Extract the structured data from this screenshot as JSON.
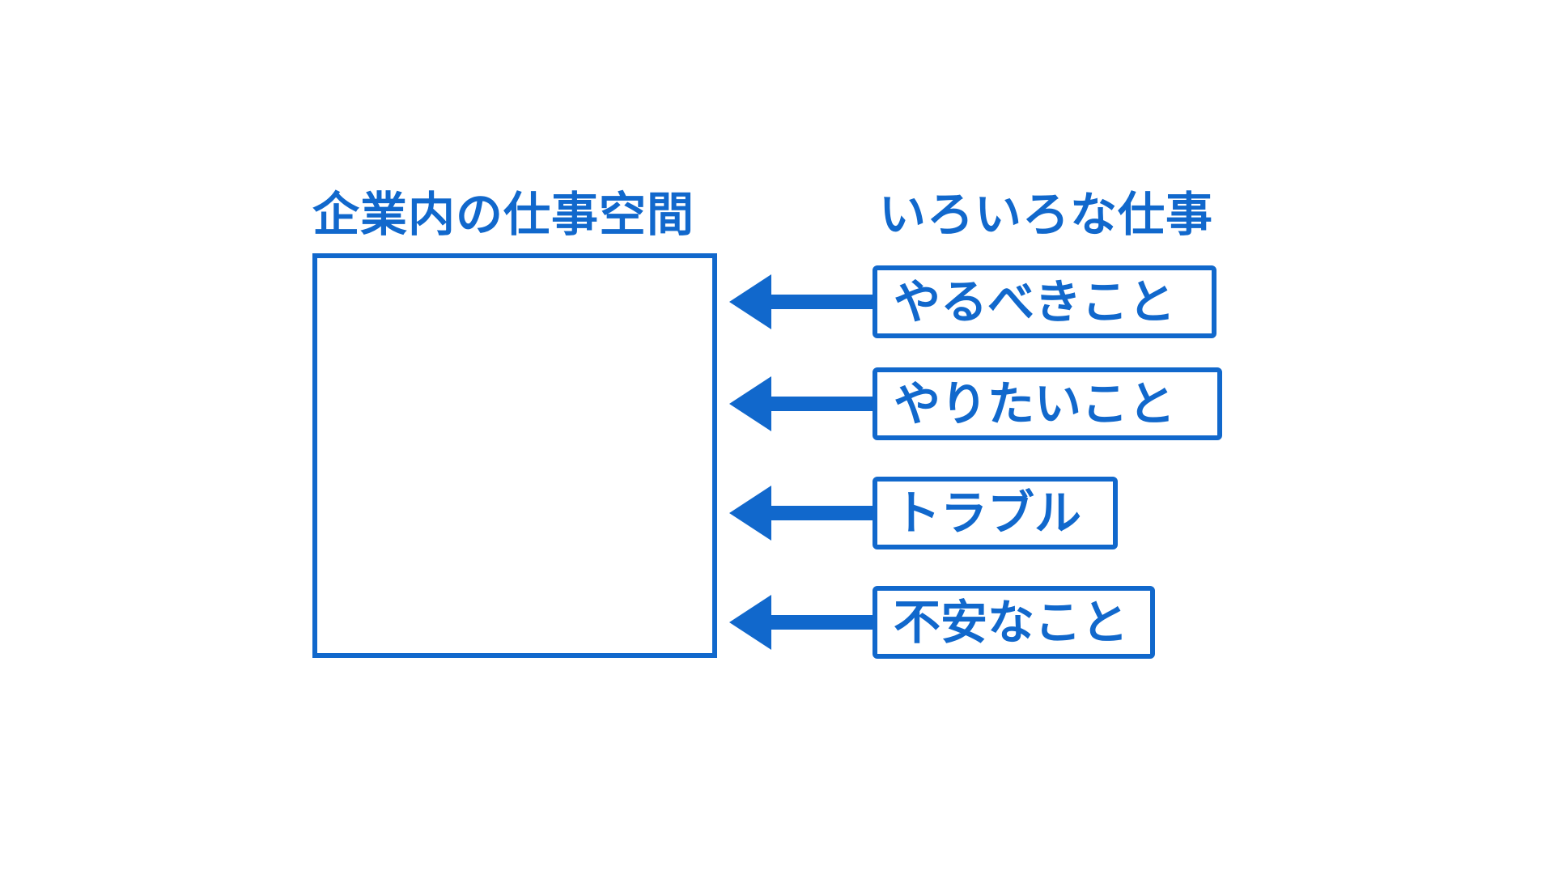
{
  "diagram": {
    "left_title": "企業内の仕事空間",
    "right_title": "いろいろな仕事",
    "items": [
      {
        "label": "やるべきこと"
      },
      {
        "label": "やりたいこと"
      },
      {
        "label": "トラブル"
      },
      {
        "label": "不安なこと"
      }
    ],
    "colors": {
      "accent": "#1168cc",
      "background": "#ffffff"
    }
  }
}
